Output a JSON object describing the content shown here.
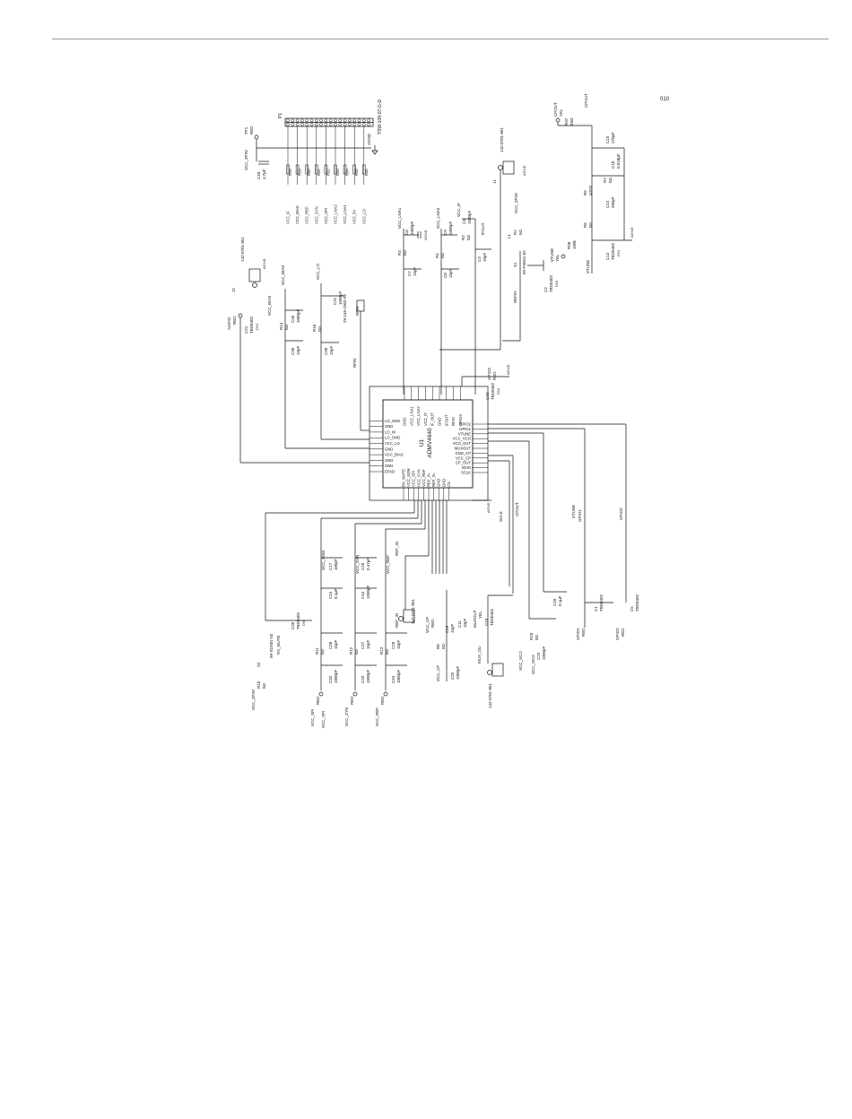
{
  "page": {
    "number": "010"
  },
  "ic": {
    "ref": "U1",
    "part": "ADMV4640",
    "pins_left": [
      "EPAD",
      "GND",
      "GND",
      "VCC_BIAS",
      "GND",
      "VCC_LO",
      "LO_GND",
      "LO_IN",
      "GND",
      "LO_GND"
    ],
    "pins_right": [
      "GPIO2",
      "GPIO1",
      "VTUNE",
      "VCC_VCO",
      "VCO_OUT",
      "MUXOUT",
      "GND_CP",
      "VCC_CP",
      "CP_OUT",
      "SDIO",
      "SCLK"
    ],
    "pins_top": [
      "GND",
      "VCC_LNA1",
      "VCC_LNA2",
      "VCC_IF",
      "IF_OUT",
      "GND",
      "IFOUT",
      "RFIN",
      "GPIO3"
    ],
    "pins_bottom": [
      "RX_MUTE",
      "VCC_SDM",
      "VCC_SPI",
      "VCC_SYN",
      "VCC_REF",
      "REF_IN",
      "REF_IN",
      "GND",
      "GND",
      "CS"
    ]
  },
  "header": {
    "ref": "P1",
    "part": "TSW-109-07-G-D",
    "tp": "TP1",
    "tp_color": "RED",
    "supply": "VCC_3P3V"
  },
  "header_cap": {
    "ref": "C40",
    "val": "4.7µF"
  },
  "header_nets": [
    "VCC_IF",
    "VCC_BIAS",
    "VCC_REF",
    "VCC_SYN",
    "VCC_SPI",
    "VCC_LNA2",
    "VCC_LNA1",
    "VCC_5V",
    "VCC_LO"
  ],
  "header_res": [
    "R28",
    "R29",
    "R30",
    "R31",
    "R32",
    "R33",
    "R34",
    "R35",
    "R36"
  ],
  "gnd": "AGND",
  "connectors": {
    "j1": {
      "ref": "J1",
      "part": "142-0701-851"
    },
    "j2": {
      "ref": "J2",
      "part": "142-0701-851"
    },
    "j3": {
      "ref": "J3",
      "part": "142-0701-851"
    },
    "j4": {
      "ref": "J4",
      "part": "142-0701-851"
    },
    "rfin": {
      "ref": "RFIN",
      "part": "29-146-1002-92"
    }
  },
  "nets": {
    "vcc_lna1": "VCC_LNA1",
    "vcc_lna2": "VCC_LNA2",
    "vcc_if": "VCC_IF",
    "vcc_bias": "VCC_BIAS",
    "vcc_lo": "VCC_LO",
    "vcc_3p3v": "VCC_3P3V",
    "vcc_cp": "VCC_CP",
    "vcc_vco": "VCC_VCO",
    "vcc_spi": "VCC_SPI",
    "vcc_syn": "VCC_SYN",
    "vcc_ref": "VCC_REF",
    "vcc_sdm": "VCC_SDM",
    "vtune": "VTUNE",
    "cpout": "CPOUT",
    "ref_in": "REF_IN",
    "mux_out": "MUX_OU",
    "muxout": "MUXOUT",
    "gpio1": "GPIO1",
    "gpio2": "GPIO2",
    "gpio3": "GPIO3",
    "sclk": "SCLK",
    "rx_mute": "RX_MUTE",
    "ifout": "IFOUT",
    "rfin": "RFIN",
    "agnd": "AGND",
    "refin_b": "REFIN"
  },
  "top_parts": {
    "c6": {
      "ref": "C6",
      "val": "1000pF"
    },
    "r3": {
      "ref": "R3",
      "val": "0Ω"
    },
    "c7": {
      "ref": "C7",
      "val": "15pF"
    },
    "c9": {
      "ref": "C9",
      "val": "1000pF"
    },
    "r4": {
      "ref": "R4",
      "val": "0Ω"
    },
    "c8": {
      "ref": "C8",
      "val": "15pF"
    },
    "c4": {
      "ref": "C4",
      "val": "1000pF"
    },
    "r2": {
      "ref": "R2",
      "val": "0Ω"
    },
    "c3": {
      "ref": "C3",
      "val": "10pF"
    },
    "l1": {
      "ref": "L1",
      "val": "RED"
    },
    "r1": {
      "ref": "R1",
      "val": "0Ω"
    },
    "s1": {
      "ref": "S1",
      "val": "99-FSE01-02"
    },
    "c2": {
      "ref": "C2",
      "val": "TBD0402"
    },
    "r5": {
      "ref": "R5",
      "val": "0Ω"
    },
    "c12": {
      "ref": "C12",
      "val": "TBD0402"
    },
    "r38": {
      "ref": "R38",
      "val": "100k"
    },
    "r6": {
      "ref": "R6",
      "val": "0Ω"
    },
    "c14": {
      "ref": "C14",
      "val": "390pF"
    },
    "r9": {
      "ref": "R9",
      "val": "432Ω"
    },
    "r7": {
      "ref": "R7",
      "val": "0Ω"
    },
    "c16": {
      "ref": "C16",
      "val": "0.018µF"
    },
    "c15": {
      "ref": "C15",
      "val": "270pF"
    },
    "r37": {
      "ref": "R37",
      "val": "50Ω"
    }
  },
  "left_parts": {
    "r14": {
      "ref": "R14",
      "val": "0Ω"
    },
    "c26": {
      "ref": "C26",
      "val": "1000pF"
    },
    "c36": {
      "ref": "C36",
      "val": "15pF"
    },
    "r16": {
      "ref": "R16",
      "val": "0Ω"
    },
    "c31": {
      "ref": "C31",
      "val": "1000pF"
    },
    "c30": {
      "ref": "C30",
      "val": "15pF"
    },
    "c21": {
      "ref": "C21",
      "val": "TBD0402"
    },
    "agpio2": {
      "ref": "AGPIO",
      "val": "RED"
    }
  },
  "gpio3_parts": {
    "tp": "GPIO3",
    "col": "RED",
    "cap": "C43",
    "val": "TBD0402"
  },
  "bottom_parts": {
    "s2": {
      "ref": "S2",
      "val": "99-SDS01-02"
    },
    "r10": {
      "ref": "R10",
      "val": "0Ω"
    },
    "c39": {
      "ref": "C39",
      "val": "TBD0402"
    },
    "r11": {
      "ref": "R11",
      "val": "0Ω"
    },
    "c32": {
      "ref": "C32",
      "val": "1000pF"
    },
    "c28": {
      "ref": "C28",
      "val": "15pF"
    },
    "c24": {
      "ref": "C24",
      "val": "0.1µF"
    },
    "c17": {
      "ref": "C17",
      "val": "100pF"
    },
    "r12": {
      "ref": "R12",
      "val": "0Ω"
    },
    "c33": {
      "ref": "C33",
      "val": "1000pF"
    },
    "c27": {
      "ref": "C27",
      "val": "15pF"
    },
    "c44": {
      "ref": "C44",
      "val": "1000pF"
    },
    "c18": {
      "ref": "C18",
      "val": "0.47µF"
    },
    "r13": {
      "ref": "R13",
      "val": "0Ω"
    },
    "c34": {
      "ref": "C34",
      "val": "1000pF"
    },
    "c29": {
      "ref": "C29",
      "val": "15pF"
    },
    "r8": {
      "ref": "R8",
      "val": "0Ω"
    },
    "c25": {
      "ref": "C25",
      "val": "1000pF"
    },
    "c19": {
      "ref": "C19",
      "val": "15pF"
    },
    "c10": {
      "ref": "C10",
      "val": "TBD0402"
    },
    "c11": {
      "ref": "C11",
      "val": "10pF"
    },
    "c23": {
      "ref": "C23",
      "val": "1000pF"
    },
    "r18": {
      "ref": "R18",
      "val": "0Ω"
    },
    "c20": {
      "ref": "C20",
      "val": "0.1µF"
    },
    "c1": {
      "ref": "C1",
      "val": "TBD0402"
    },
    "c5": {
      "ref": "C5",
      "val": "TBD0402"
    },
    "gpio1tp": {
      "ref": "GPIO1",
      "val": "RED"
    },
    "gpio2tp": {
      "ref": "GPIO2",
      "val": "RED"
    },
    "vcc_cp_tp": {
      "ref": "VCC_CP",
      "val": "RED"
    },
    "muxout_tp": {
      "ref": "MUXOUT",
      "val": "YEL"
    },
    "spi_tp": {
      "ref": "VCC_SPI",
      "val": "RED"
    },
    "syn_tp": {
      "ref": "VCC_SYN",
      "val": "RED"
    },
    "ref_tp": {
      "ref": "VCC_REF",
      "val": "RED"
    },
    "sdm_tp": {
      "ref": "VCC_SDM",
      "val": "RED"
    },
    "cpout_tp": {
      "ref": "CPOUT",
      "val": "YEL"
    },
    "vtune_tp": {
      "ref": "VTUNE",
      "val": "YEL"
    },
    "rfin_tp": {
      "ref": "RFIN",
      "val": "YEL"
    }
  },
  "mini_labels": [
    "DNI",
    "DNI",
    "DNI",
    "DNI",
    "DNI"
  ]
}
